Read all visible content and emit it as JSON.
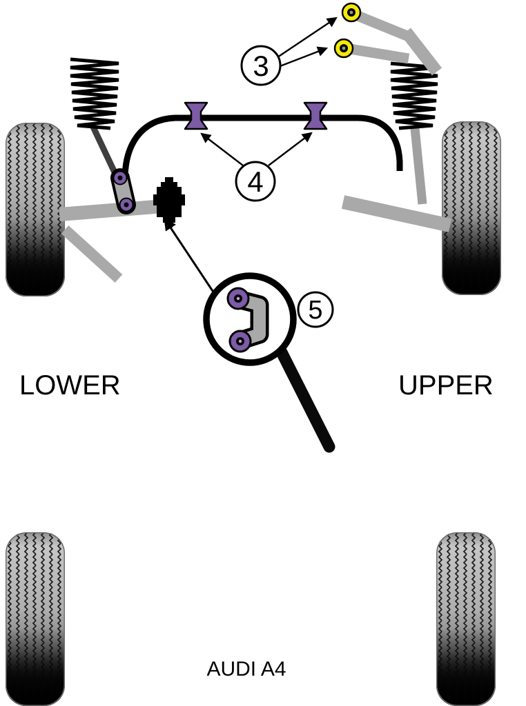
{
  "diagram": {
    "labels": {
      "left": "LOWER",
      "right": "UPPER",
      "model": "AUDI A4"
    },
    "callouts": {
      "c3": "3",
      "c4": "4",
      "c5": "5"
    },
    "colors": {
      "bush_purple": "#7d5ba6",
      "bush_purple_dot": "#c9aee0",
      "bush_yellow": "#f2e90c",
      "metal_gray": "#a9a9a9",
      "ink": "#000000",
      "background": "#ffffff"
    }
  }
}
